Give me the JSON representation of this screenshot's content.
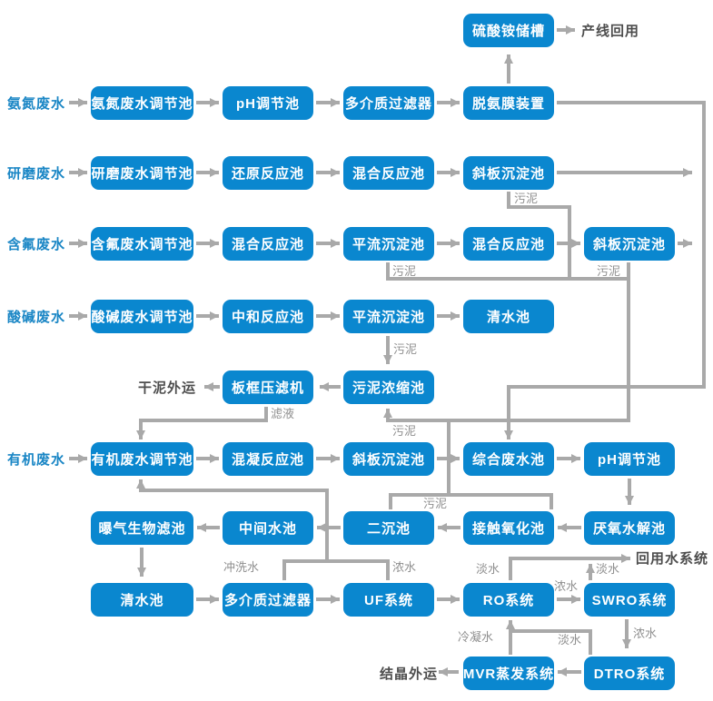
{
  "flow": {
    "top": {
      "tank": "硫酸铵储槽",
      "outlet": "产线回用"
    },
    "rows": [
      {
        "source": "氨氮废水",
        "boxes": [
          "氨氮废水调节池",
          "pH调节池",
          "多介质过滤器",
          "脱氨膜装置"
        ]
      },
      {
        "source": "研磨废水",
        "boxes": [
          "研磨废水调节池",
          "还原反应池",
          "混合反应池",
          "斜板沉淀池"
        ]
      },
      {
        "source": "含氟废水",
        "boxes": [
          "含氟废水调节池",
          "混合反应池",
          "平流沉淀池",
          "混合反应池",
          "斜板沉淀池"
        ]
      },
      {
        "source": "酸碱废水",
        "boxes": [
          "酸碱废水调节池",
          "中和反应池",
          "平流沉淀池",
          "清水池"
        ]
      },
      {
        "outlet": "干泥外运",
        "boxes": [
          "板框压滤机",
          "污泥浓缩池"
        ]
      },
      {
        "source": "有机废水",
        "boxes": [
          "有机废水调节池",
          "混凝反应池",
          "斜板沉淀池",
          "综合废水池",
          "pH调节池"
        ]
      },
      {
        "boxes": [
          "曝气生物滤池",
          "中间水池",
          "二沉池",
          "接触氧化池",
          "厌氧水解池"
        ]
      },
      {
        "boxes": [
          "清水池",
          "多介质过滤器",
          "UF系统",
          "RO系统",
          "SWRO系统"
        ]
      },
      {
        "outlet": "结晶外运",
        "boxes": [
          "MVR蒸发系统",
          "DTRO系统"
        ]
      }
    ],
    "labels": {
      "sludge": "污泥",
      "filtrate": "滤液",
      "backwash": "冲洗水",
      "concentrate": "浓水",
      "permeate": "淡水",
      "condensate": "冷凝水",
      "reuse_system": "回用水系统"
    },
    "colors": {
      "node_fill": "#0a87cf",
      "node_text": "#ffffff",
      "source_text": "#1a86c5",
      "connector": "#a9a9a9",
      "small_label": "#8f8f8f",
      "endpoint_label": "#4d4d4d"
    }
  }
}
